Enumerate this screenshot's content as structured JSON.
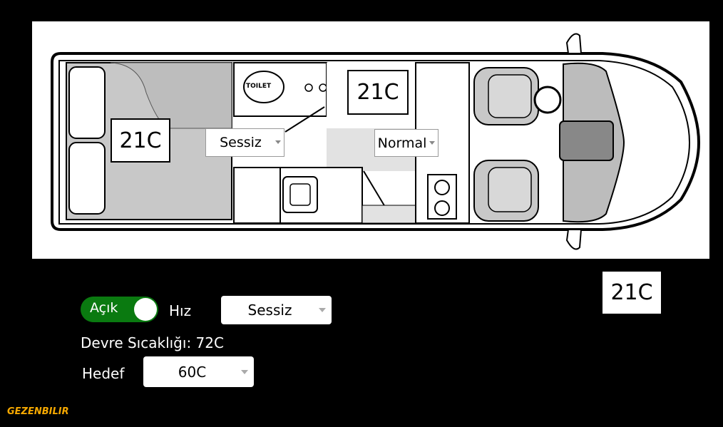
{
  "floorplan": {
    "toilet_label": "TOILET",
    "bedroom_temp": "21C",
    "bedroom_fan": "Sessiz",
    "living_temp": "21C",
    "living_fan": "Normal"
  },
  "outside_temp": "21C",
  "controls": {
    "power_toggle": {
      "label": "Açık",
      "on": true
    },
    "speed_label": "Hız",
    "speed_value": "Sessiz",
    "circuit_temp": "Devre Sıcaklığı: 72C",
    "target_label": "Hedef",
    "target_value": "60C"
  },
  "watermark": "GEZENBILIR",
  "colors": {
    "toggle_on": "#0a7a10",
    "background": "#000000",
    "logo": "#f5a800"
  }
}
